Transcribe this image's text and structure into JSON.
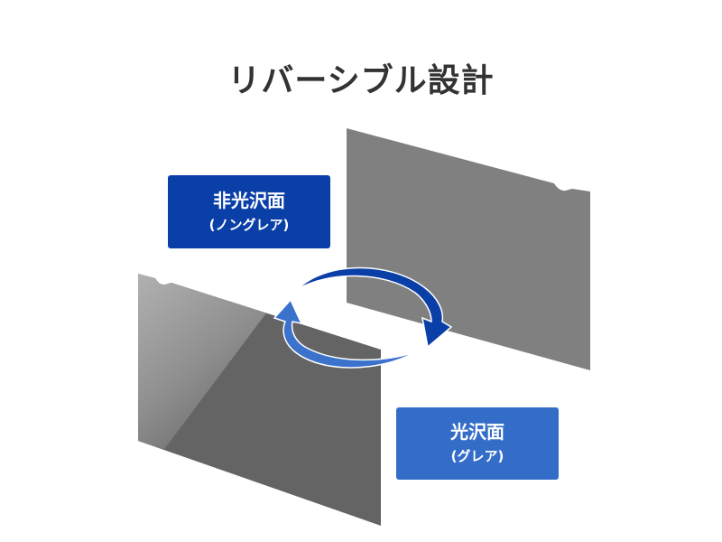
{
  "title": "リバーシブル設計",
  "labels": {
    "non_glare": {
      "main": "非光沢面",
      "sub": "(ノングレア)"
    },
    "glare": {
      "main": "光沢面",
      "sub": "(グレア)"
    }
  },
  "colors": {
    "non_glare_box": "#0a3fa8",
    "glare_box": "#346dc8",
    "arrow_dark": "#0a3fa8",
    "arrow_light": "#3a72cc",
    "back_panel": "#808080",
    "front_panel_dark": "#646464",
    "front_panel_light": "#b0b0b0",
    "title_text": "#333333"
  },
  "icons": {
    "rotate_arrows": "circular-swap-arrows"
  }
}
